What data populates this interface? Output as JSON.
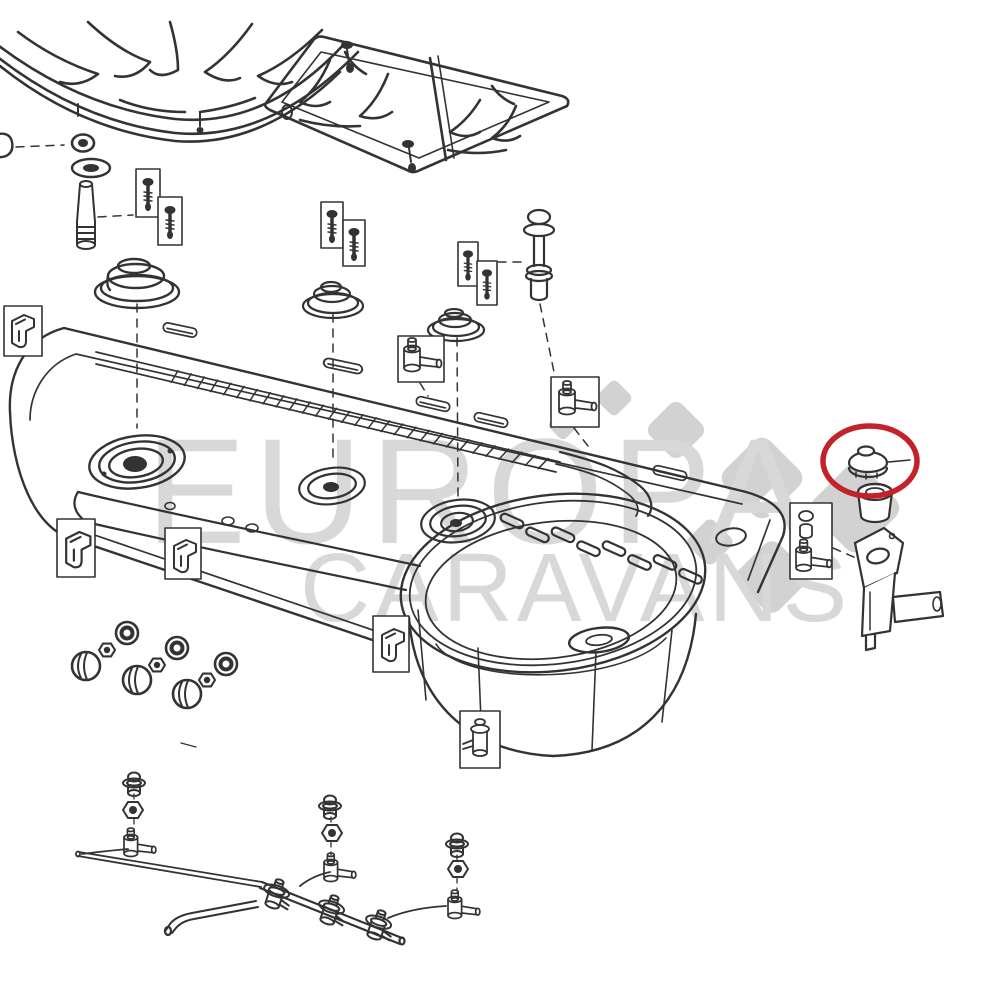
{
  "page": {
    "background_color": "#ffffff",
    "line_color": "#333333"
  },
  "watermark": {
    "line1": "EUROPA",
    "line2": "CARAVANS",
    "text_color": "#d8d8d8",
    "diamond_color": "#d2d2d2"
  },
  "highlight": {
    "color": "#c4222a",
    "shape": "ellipse",
    "highlighted_part": "burner-cap"
  },
  "diagram": {
    "type": "exploded-parts-diagram",
    "parts": [
      "pan-support-grate-round",
      "pan-support-grate-rect",
      "grate-fixing-screws",
      "rubber-foot",
      "grommet",
      "washer",
      "igniter-probe",
      "burner-base-large",
      "burner-base-medium",
      "burner-base-small",
      "ignition-plug",
      "hob-body",
      "burner-ring-large",
      "burner-ring-medium",
      "burner-ring-small",
      "ribbed-back-rail",
      "vent-slots",
      "sink-bowl",
      "drain-hole",
      "fixing-clips",
      "elbow-valves",
      "control-knobs",
      "knob-nuts",
      "knob-bezels",
      "gas-jets",
      "jet-nuts",
      "gas-manifold",
      "gas-taps",
      "supply-pipe",
      "burner-cap-highlighted",
      "bushing",
      "ignition-bracket"
    ]
  }
}
